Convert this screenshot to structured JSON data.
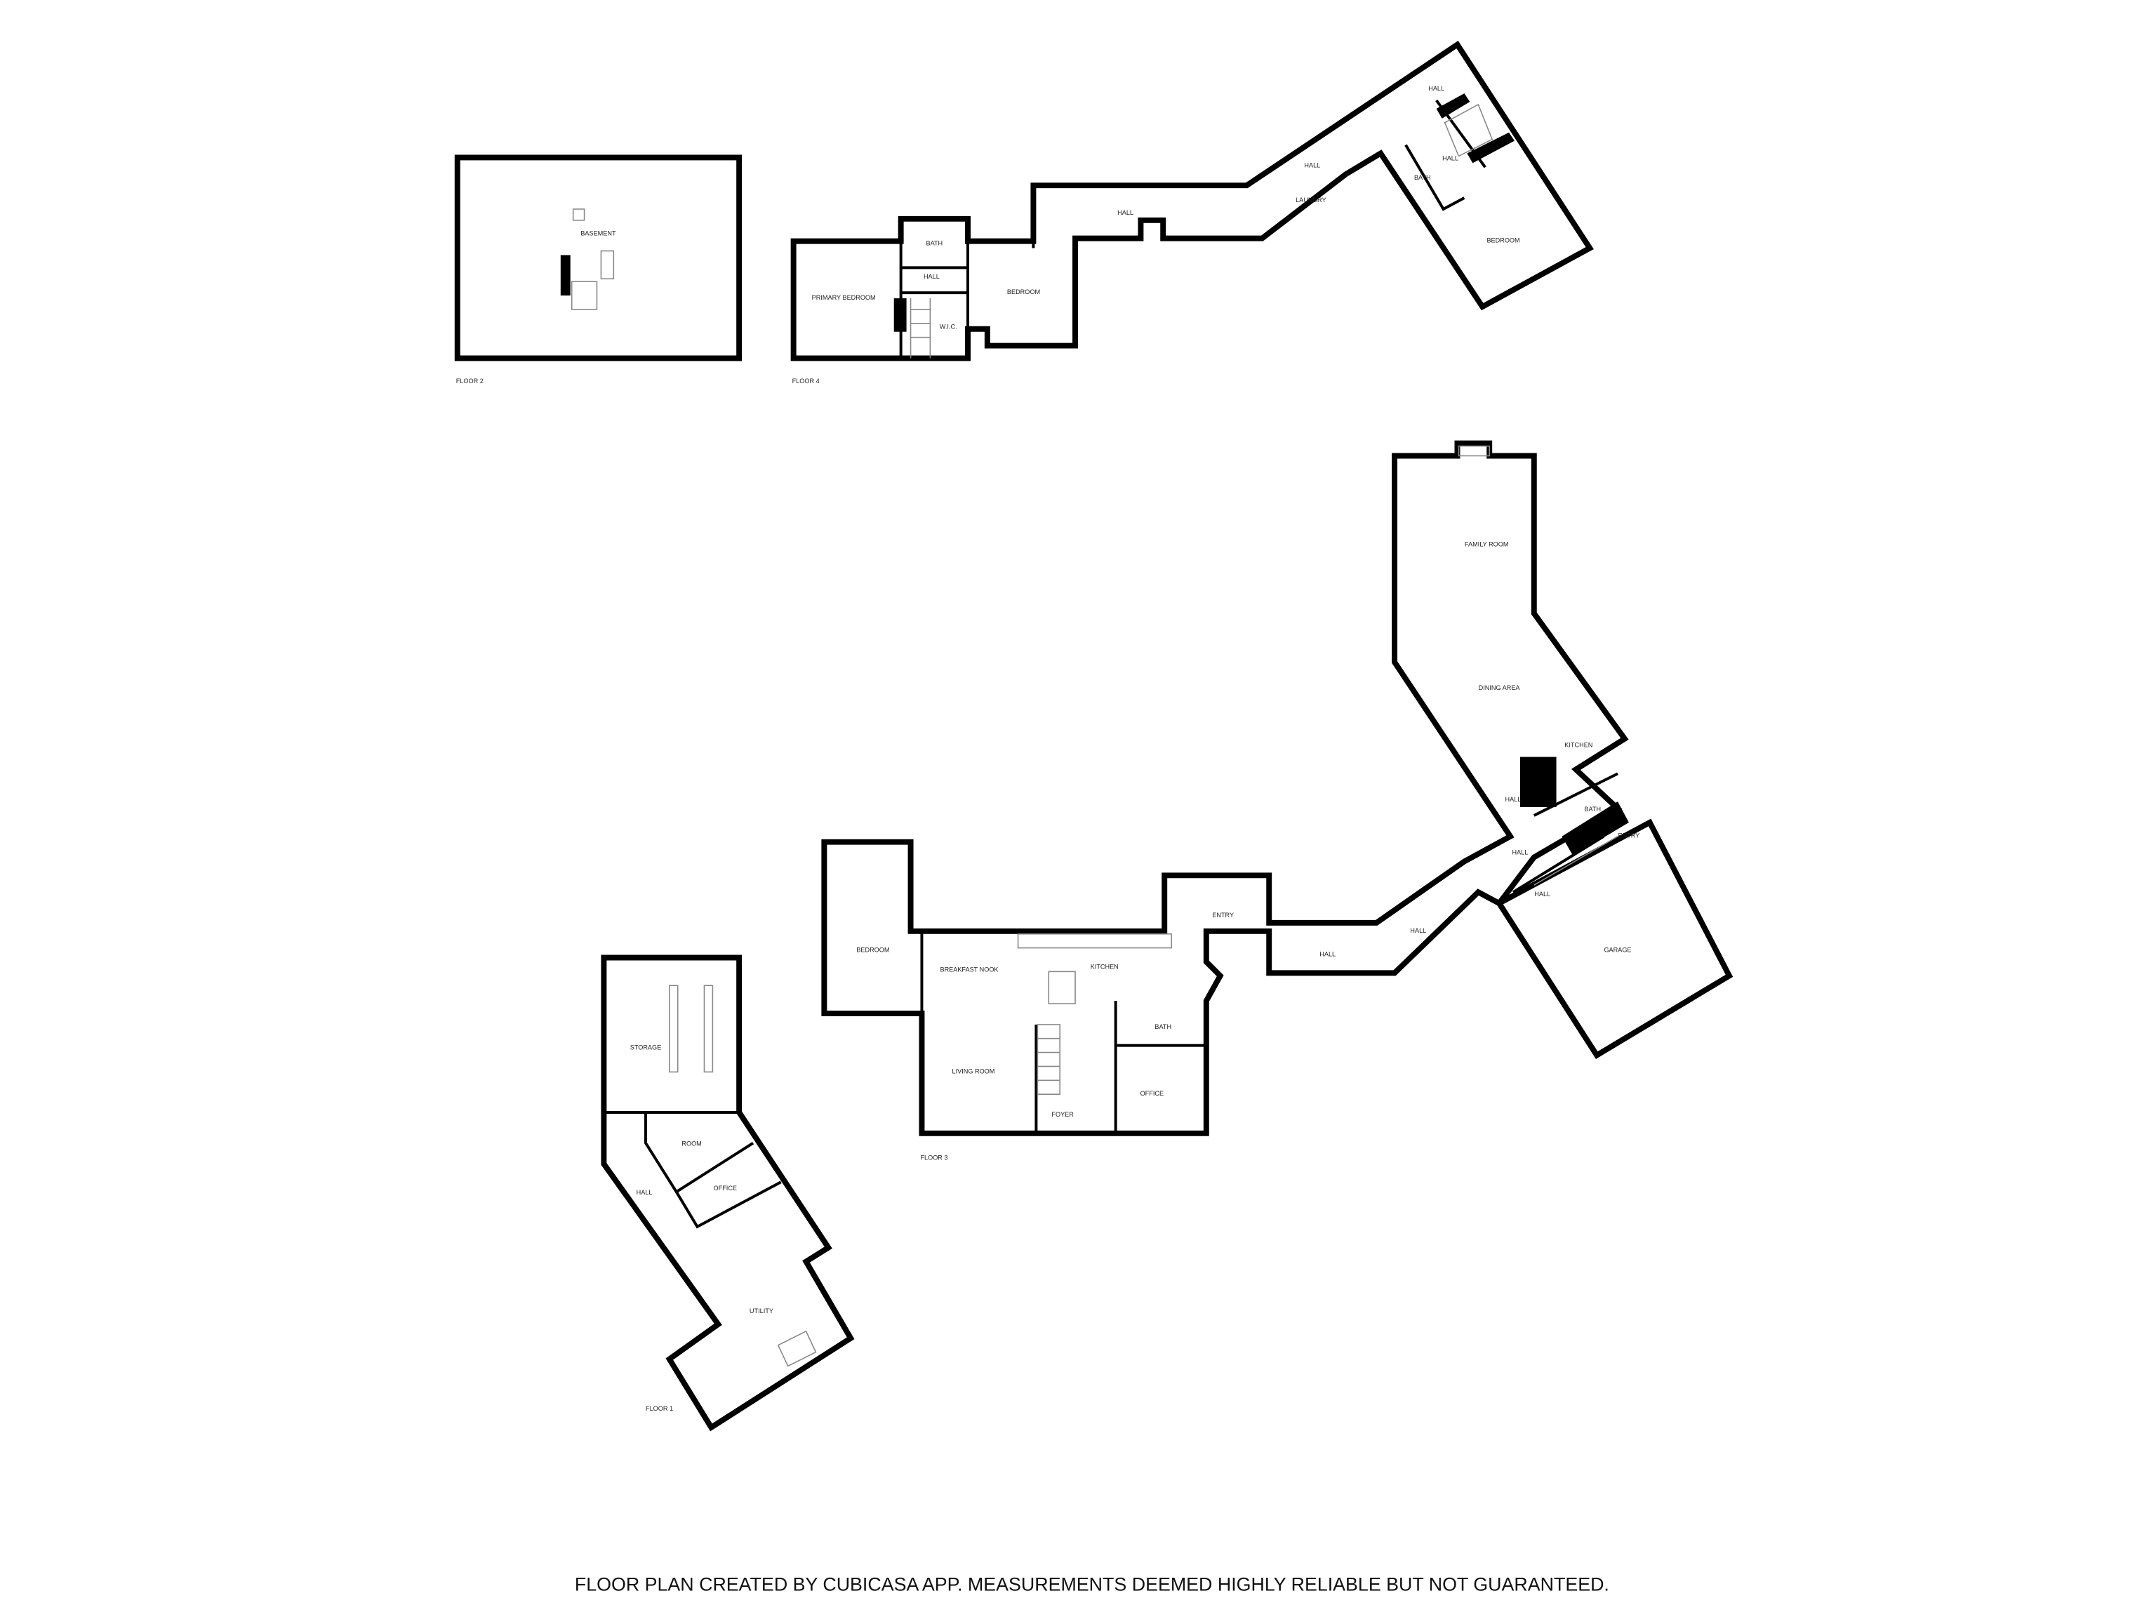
{
  "floors": {
    "floor2": {
      "name": "FLOOR 2",
      "rooms": [
        "BASEMENT"
      ]
    },
    "floor4": {
      "name": "FLOOR 4",
      "rooms": [
        "PRIMARY BEDROOM",
        "BATH",
        "HALL",
        "W.I.C.",
        "BEDROOM",
        "HALL",
        "HALL",
        "LAUNDRY",
        "HALL",
        "BATH",
        "HALL",
        "BEDROOM"
      ]
    },
    "floor3": {
      "name": "FLOOR 3",
      "rooms": [
        "BEDROOM",
        "BREAKFAST NOOK",
        "KITCHEN",
        "LIVING ROOM",
        "BATH",
        "OFFICE",
        "FOYER",
        "ENTRY",
        "HALL",
        "HALL",
        "HALL",
        "HALL",
        "ENTRY",
        "GARAGE",
        "BATH",
        "HALL",
        "KITCHEN",
        "DINING AREA",
        "FAMILY ROOM"
      ]
    },
    "floor1": {
      "name": "FLOOR 1",
      "rooms": [
        "STORAGE",
        "ROOM",
        "OFFICE",
        "HALL",
        "UTILITY"
      ]
    }
  },
  "footer": "FLOOR PLAN CREATED BY CUBICASA APP. MEASUREMENTS DEEMED HIGHLY RELIABLE BUT NOT GUARANTEED."
}
